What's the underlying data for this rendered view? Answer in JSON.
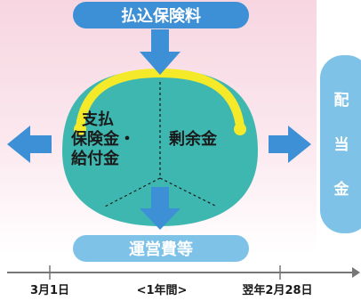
{
  "labels": {
    "premium_in": "払込保険料",
    "outflow_left_line1": "支払",
    "outflow_left_line2": "保険金・",
    "outflow_left_line3": "給付金",
    "surplus": "剰余金",
    "operating_costs": "運営費等",
    "dividend_line1": "配",
    "dividend_line2": "当",
    "dividend_line3": "金"
  },
  "timeline": {
    "start": "3月1日",
    "period": "<1年間>",
    "end": "翌年2月28日"
  },
  "colors": {
    "blue": "#3d8fd6",
    "light_blue": "#7ec2e8",
    "teal": "#3fb7b1",
    "teal_dark": "#27908c",
    "yellow": "#f5ea2a",
    "pink_bg": "#fbe8ee",
    "dark_text": "#1a1a1a",
    "timeline_gray": "#777777"
  },
  "icons": {
    "purse": "gamaguchi-purse-icon",
    "arrows": "arrow-icon"
  }
}
